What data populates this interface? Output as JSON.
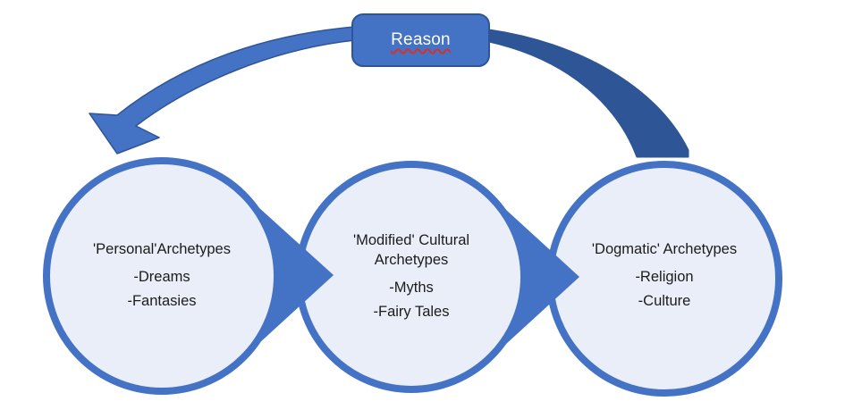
{
  "diagram": {
    "reason": {
      "label": "Reason"
    },
    "nodes": [
      {
        "title": "'Personal'Archetypes",
        "items": [
          "-Dreams",
          "-Fantasies"
        ]
      },
      {
        "title": "'Modified' Cultural Archetypes",
        "items": [
          "-Myths",
          "-Fairy Tales"
        ]
      },
      {
        "title": "'Dogmatic' Archetypes",
        "items": [
          "-Religion",
          "-Culture"
        ]
      }
    ],
    "colors": {
      "accent_fill": "#4472c4",
      "accent_dark": "#2f5597",
      "circle_fill": "#e9eef8",
      "squiggle_red": "#d93025",
      "text": "#1c1c1c"
    }
  }
}
